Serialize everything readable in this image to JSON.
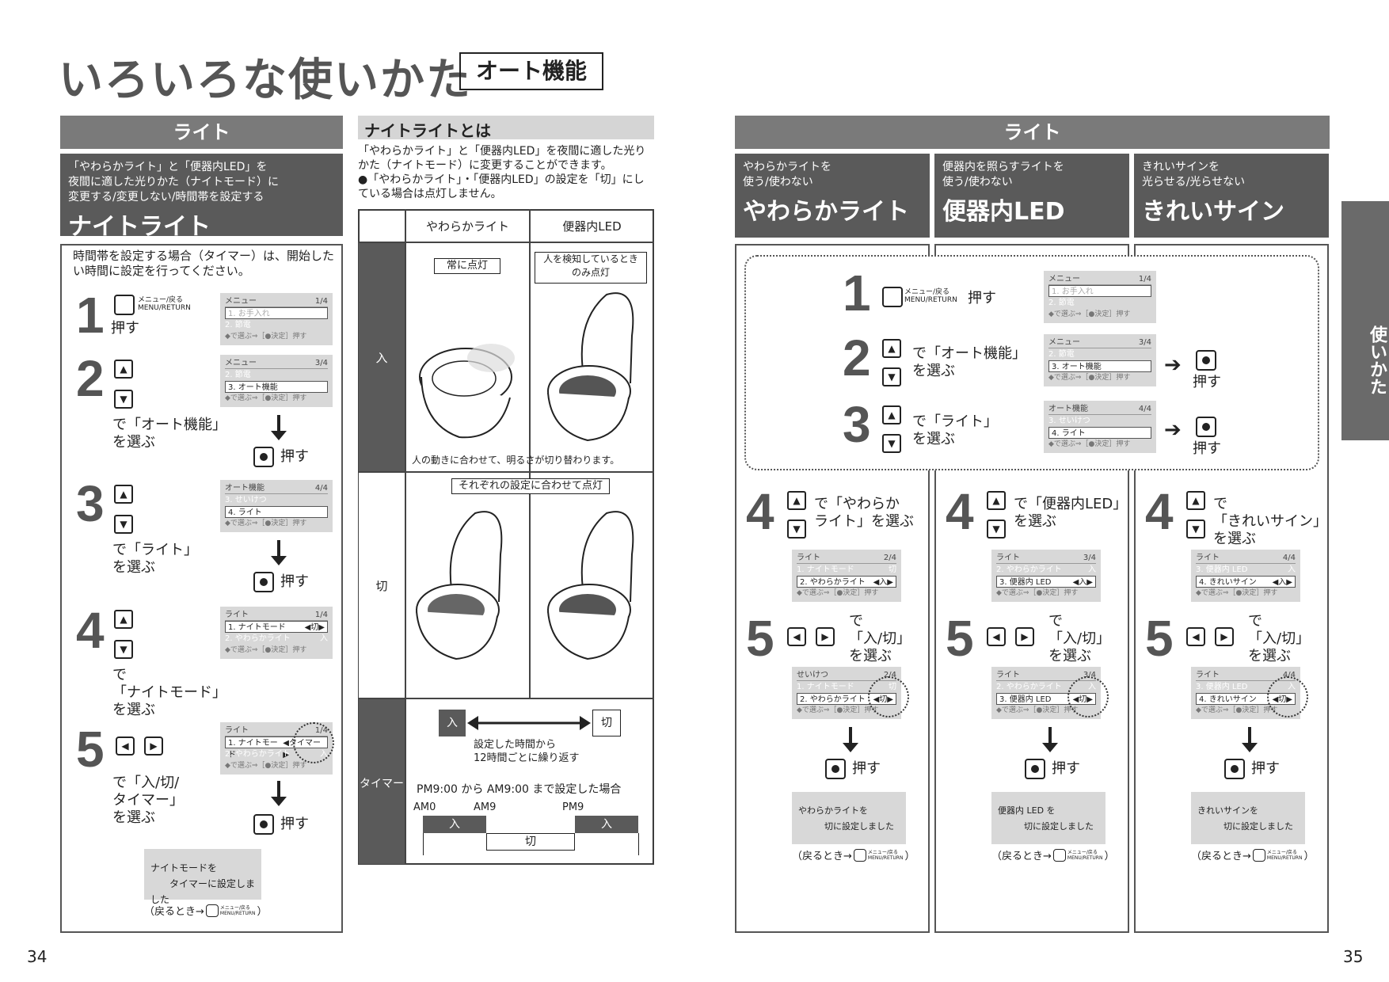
{
  "title": "いろいろな使いかた",
  "title_tag": "オート機能",
  "side_tab": "使いかた",
  "page_left": "34",
  "page_right": "35",
  "left": {
    "header": "ライト",
    "intro_small": "「やわらかライト」と「便器内LED」を\n夜間に適した光りかた（ナイトモード）に\n変更する/変更しない/時間帯を設定する",
    "intro_big": "ナイトライト",
    "note": "時間帯を設定する場合（タイマー）は、開始した\nい時間に設定を行ってください。",
    "menu_label_jp": "メニュー/戻る",
    "menu_label_en": "MENU/RETURN",
    "push": "押す",
    "step1": "1",
    "step2": "2",
    "step2_text": "で「オート機能」\nを選ぶ",
    "step3": "3",
    "step3_text": "で「ライト」\nを選ぶ",
    "step4": "4",
    "step4_text": "で\n「ナイトモード」\nを選ぶ",
    "step5": "5",
    "step5_text": "で「入/切/\nタイマー」\nを選ぶ",
    "screen1": {
      "h": "メニュー",
      "p": "1/4",
      "r1": "1. お手入れ",
      "r2": "2. 節電",
      "f": "◆で選ぶ⇒［●決定］押す"
    },
    "screen2": {
      "h": "メニュー",
      "p": "3/4",
      "r1": "2. 節電",
      "r2": "3. オート機能",
      "f": "◆で選ぶ⇒［●決定］押す"
    },
    "screen3": {
      "h": "オート機能",
      "p": "4/4",
      "r1": "3. せいけつ",
      "r2": "4. ライト",
      "f": "◆で選ぶ⇒［●決定］押す"
    },
    "screen4": {
      "h": "ライト",
      "p": "1/4",
      "r1": "1. ナイトモード",
      "r1v": "◀切▶",
      "r2": "2. やわらかライト",
      "r2v": "入",
      "f": "◆で選ぶ⇒［●決定］押す"
    },
    "screen5": {
      "h": "ライト",
      "p": "1/4",
      "r1": "1. ナイトモード",
      "r1v": "◀タイマー▶",
      "r2": "2. やわらかライト",
      "r2v": "入",
      "f": "◆で選ぶ⇒［●決定］押す"
    },
    "message": "ナイトモードを\n　　タイマーに設定しました",
    "return_text": "（戻るとき→",
    "return_end": "）"
  },
  "middle": {
    "header": "ナイトライトとは",
    "desc1": "「やわらかライト」と「便器内LED」を夜間に適した光りかた（ナイトモード）に変更することができます。",
    "desc2": "●「やわらかライト」・「便器内LED」の設定を「切」にしている場合は点灯しません。",
    "col1": "やわらかライト",
    "col2": "便器内LED",
    "row_on": "入",
    "row_off": "切",
    "row_timer": "タイマー",
    "on_c1": "常に点灯",
    "on_c2": "人を検知しているとき\nのみ点灯",
    "on_note": "人の動きに合わせて、明るさが切り替わります。",
    "off_note": "それぞれの設定に合わせて点灯",
    "timer_on": "入",
    "timer_off": "切",
    "timer_desc": "設定した時間から\n12時間ごとに繰り返す",
    "timer_example": "PM9:00 から AM9:00 まで設定した場合",
    "t_am0": "AM0",
    "t_am9": "AM9",
    "t_pm9": "PM9",
    "bar_on1": "入",
    "bar_off": "切",
    "bar_on2": "入"
  },
  "right": {
    "header": "ライト",
    "cols": [
      {
        "small": "やわらかライトを\n使う/使わない",
        "big": "やわらかライト",
        "step4": "で「やわらか\nライト」を選ぶ",
        "step5": "で\n「入/切」\nを選ぶ",
        "s4": {
          "h": "ライト",
          "p": "2/4",
          "r1": "1. ナイトモード",
          "r1v": "切",
          "r2": "2. やわらかライト",
          "r2v": "◀入▶"
        },
        "s5": {
          "h": "せいけつ",
          "p": "2/4",
          "r1": "1. ナイトモード",
          "r1v": "切",
          "r2": "2. やわらかライト",
          "r2v": "◀切▶"
        },
        "msg": "やわらかライトを\n　　　切に設定しました"
      },
      {
        "small": "便器内を照らすライトを\n使う/使わない",
        "big": "便器内LED",
        "step4": "で「便器内LED」\nを選ぶ",
        "step5": "で\n「入/切」\nを選ぶ",
        "s4": {
          "h": "ライト",
          "p": "3/4",
          "r1": "2. やわらかライト",
          "r1v": "入",
          "r2": "3. 便器内 LED",
          "r2v": "◀入▶"
        },
        "s5": {
          "h": "ライト",
          "p": "3/4",
          "r1": "2. やわらかライト",
          "r1v": "入",
          "r2": "3. 便器内 LED",
          "r2v": "◀切▶"
        },
        "msg": "便器内 LED を\n　　　切に設定しました"
      },
      {
        "small": "きれいサインを\n光らせる/光らせない",
        "big": "きれいサイン",
        "step4": "で\n「きれいサイン」\nを選ぶ",
        "step5": "で\n「入/切」\nを選ぶ",
        "s4": {
          "h": "ライト",
          "p": "4/4",
          "r1": "3. 便器内 LED",
          "r1v": "入",
          "r2": "4. きれいサイン",
          "r2v": "◀入▶"
        },
        "s5": {
          "h": "ライト",
          "p": "4/4",
          "r1": "3. 便器内 LED",
          "r1v": "入",
          "r2": "4. きれいサイン",
          "r2v": "◀切▶"
        },
        "msg": "きれいサインを\n　　　切に設定しました"
      }
    ],
    "common_step2": "で「オート機能」\nを選ぶ",
    "common_step3": "で「ライト」\nを選ぶ"
  }
}
